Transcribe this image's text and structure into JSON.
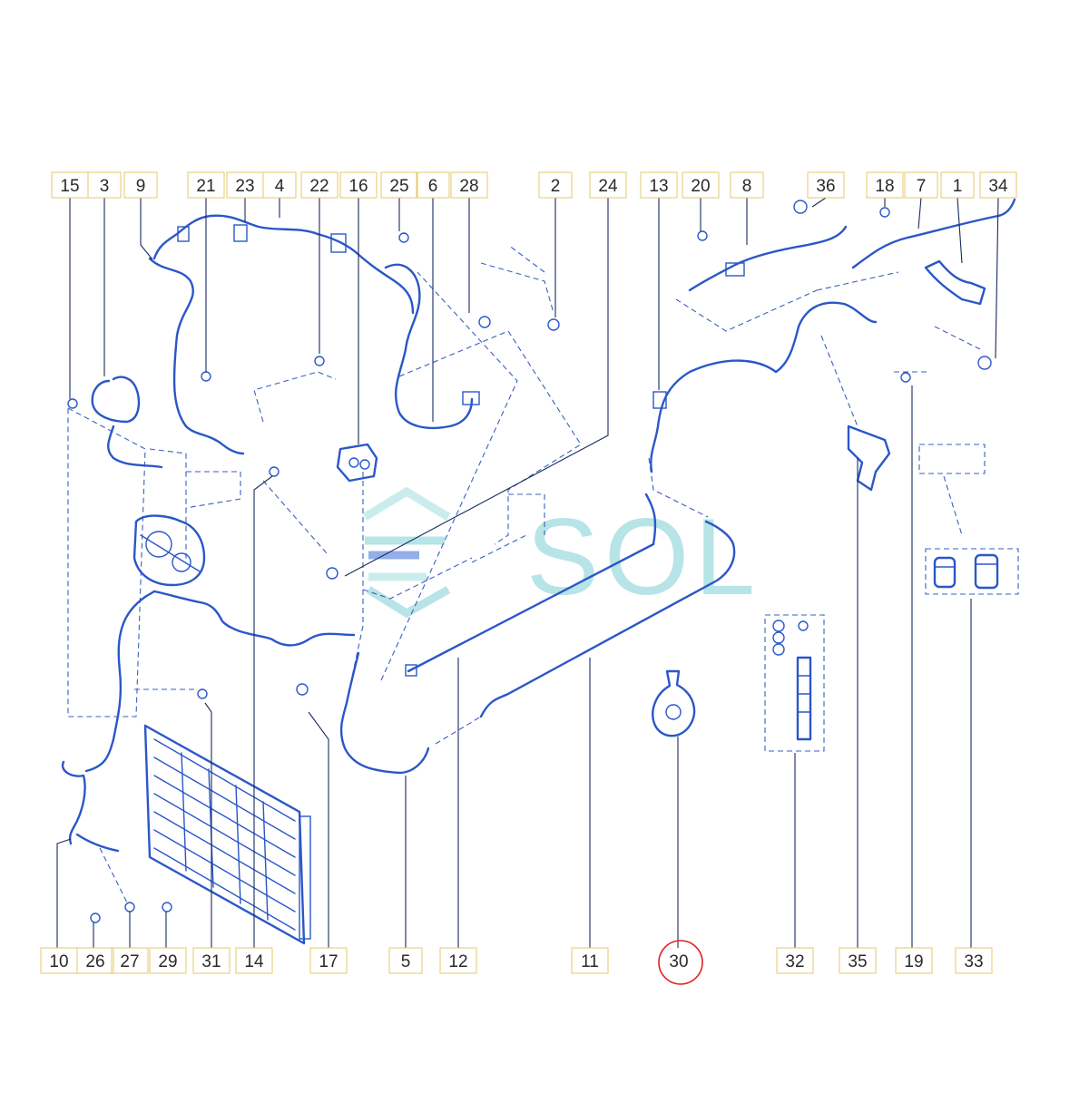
{
  "top_labels": [
    "15",
    "3",
    "9",
    "21",
    "23",
    "4",
    "22",
    "16",
    "25",
    "6",
    "28",
    "2",
    "24",
    "13",
    "20",
    "8",
    "36",
    "18",
    "7",
    "1",
    "34"
  ],
  "bottom_labels": [
    "10",
    "26",
    "27",
    "29",
    "31",
    "14",
    "17",
    "5",
    "12",
    "11",
    "30",
    "32",
    "35",
    "19",
    "33"
  ],
  "highlighted_label": "30",
  "watermark": {
    "text": "SOL"
  },
  "colors": {
    "line": "#2a57c8",
    "label_box": "#e6c96a",
    "highlight": "#e02020",
    "watermark_teal": "#7ecfd4",
    "watermark_blue": "#3a6fd8"
  }
}
